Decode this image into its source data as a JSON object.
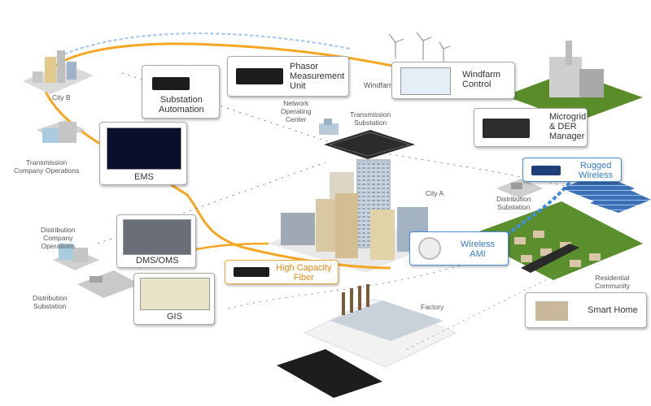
{
  "diagram": {
    "cards": {
      "substation_automation": "Substation\nAutomation",
      "phasor_measurement_unit": "Phasor\nMeasurement\nUnit",
      "windfarm_control": "Windfarm\nControl",
      "microgrid_der_manager": "Microgrid\n& DER\nManager",
      "ems": "EMS",
      "rugged_wireless": "Rugged\nWireless",
      "dms_oms": "DMS/OMS",
      "high_capacity_fiber": "High Capacity\nFiber",
      "wireless_ami": "Wireless\nAMI",
      "gis": "GIS",
      "smart_home": "Smart Home"
    },
    "labels": {
      "city_b": "City B",
      "windfarm": "Windfarm",
      "network_operating_center": "Network\nOperating\nCenter",
      "transmission_substation": "Transmission\nSubstation",
      "transmission_company_operations": "Transmission\nCompany Operations",
      "city_a": "City A",
      "distribution_substation_right": "Distribution\nSubstation",
      "distribution_company_operations": "Distribution\nCompany\nOperations",
      "distribution_substation_left": "Distribution\nSubstation",
      "factory": "Factory",
      "residential_community": "Residential\nCommunity"
    },
    "colors": {
      "fiber_ring": "#f5a623",
      "wireless_link": "#3f8fe0",
      "card_border": "#a9a9a9",
      "accent_blue": "#3a7cc9",
      "accent_orange": "#e48a16"
    }
  }
}
